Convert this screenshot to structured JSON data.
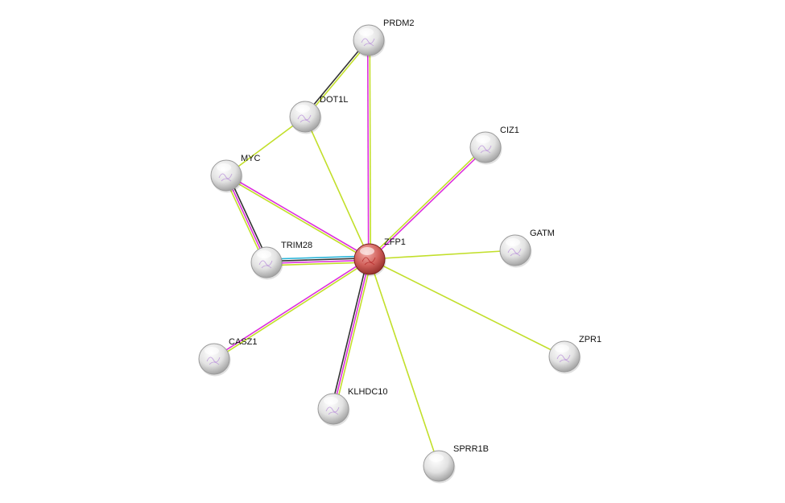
{
  "title": "",
  "colors": {
    "textmining": "#c2df2a",
    "experiments": "#dd2fdd",
    "coexpression": "#333333",
    "database": "#2ab5d9",
    "node_default": "#d8d8d8",
    "node_query": "#c0504d"
  },
  "nodes": [
    {
      "id": "PRDM2",
      "label": "PRDM2",
      "query": false
    },
    {
      "id": "DOT1L",
      "label": "DOT1L",
      "query": false
    },
    {
      "id": "MYC",
      "label": "MYC",
      "query": false
    },
    {
      "id": "CIZ1",
      "label": "CIZ1",
      "query": false
    },
    {
      "id": "ZFP1",
      "label": "ZFP1",
      "query": true
    },
    {
      "id": "GATM",
      "label": "GATM",
      "query": false
    },
    {
      "id": "TRIM28",
      "label": "TRIM28",
      "query": false
    },
    {
      "id": "CASZ1",
      "label": "CASZ1",
      "query": false
    },
    {
      "id": "ZPR1",
      "label": "ZPR1",
      "query": false
    },
    {
      "id": "KLHDC10",
      "label": "KLHDC10",
      "query": false
    },
    {
      "id": "SPRR1B",
      "label": "SPRR1B",
      "query": false
    }
  ],
  "edges": [
    {
      "source": "PRDM2",
      "target": "DOT1L",
      "evidence": [
        "textmining",
        "coexpression"
      ]
    },
    {
      "source": "PRDM2",
      "target": "ZFP1",
      "evidence": [
        "textmining",
        "experiments"
      ]
    },
    {
      "source": "DOT1L",
      "target": "MYC",
      "evidence": [
        "textmining"
      ]
    },
    {
      "source": "DOT1L",
      "target": "ZFP1",
      "evidence": [
        "textmining"
      ]
    },
    {
      "source": "MYC",
      "target": "ZFP1",
      "evidence": [
        "experiments",
        "textmining"
      ]
    },
    {
      "source": "MYC",
      "target": "TRIM28",
      "evidence": [
        "coexpression",
        "experiments",
        "textmining"
      ]
    },
    {
      "source": "TRIM28",
      "target": "ZFP1",
      "evidence": [
        "database",
        "coexpression",
        "experiments",
        "textmining"
      ]
    },
    {
      "source": "CIZ1",
      "target": "ZFP1",
      "evidence": [
        "experiments",
        "textmining"
      ]
    },
    {
      "source": "GATM",
      "target": "ZFP1",
      "evidence": [
        "textmining"
      ]
    },
    {
      "source": "ZPR1",
      "target": "ZFP1",
      "evidence": [
        "textmining"
      ]
    },
    {
      "source": "SPRR1B",
      "target": "ZFP1",
      "evidence": [
        "textmining"
      ]
    },
    {
      "source": "KLHDC10",
      "target": "ZFP1",
      "evidence": [
        "coexpression",
        "experiments",
        "textmining"
      ]
    },
    {
      "source": "CASZ1",
      "target": "ZFP1",
      "evidence": [
        "experiments",
        "textmining"
      ]
    }
  ]
}
